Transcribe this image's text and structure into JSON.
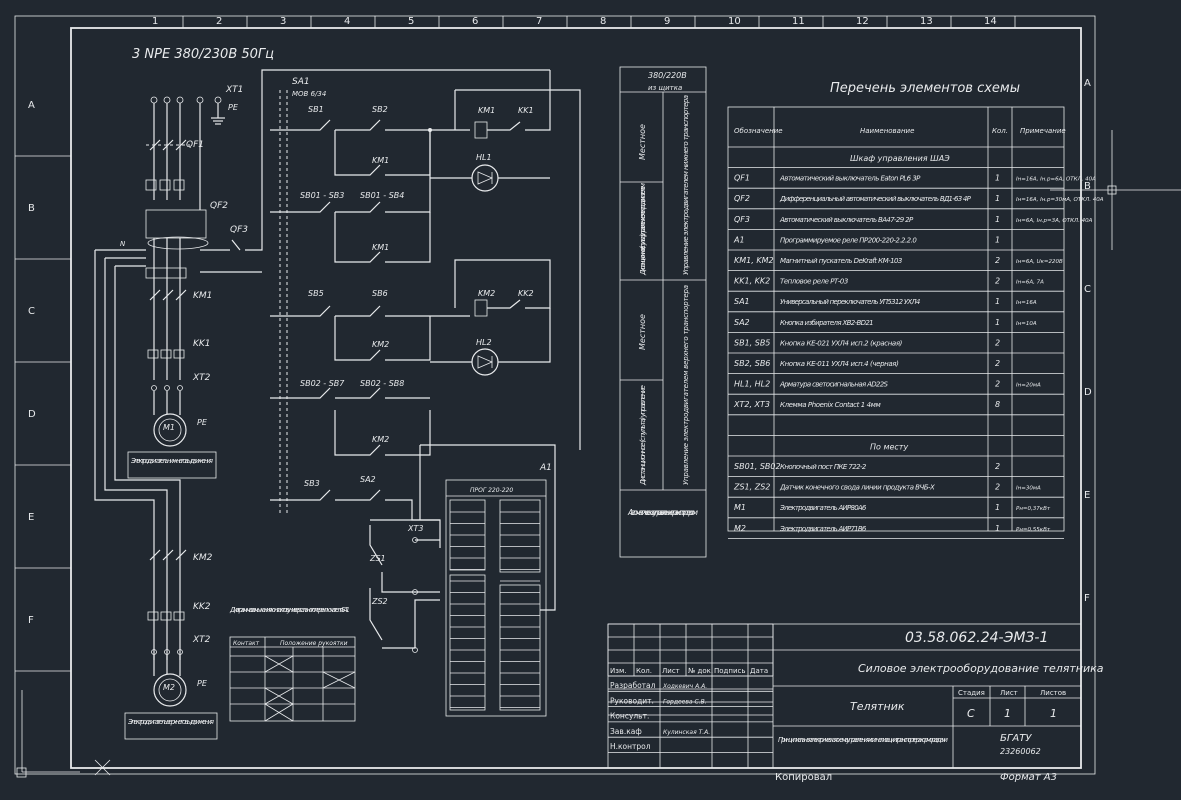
{
  "colors": {
    "background": "#212830",
    "line": "#e8eaec"
  },
  "column_numbers": [
    "1",
    "2",
    "3",
    "4",
    "5",
    "6",
    "7",
    "8",
    "9",
    "10",
    "11",
    "12",
    "13",
    "14"
  ],
  "row_letters": [
    "A",
    "B",
    "C",
    "D",
    "E",
    "F"
  ],
  "power_supply": "3 NPE 380/230В 50Гц",
  "schematic": {
    "labels": {
      "xt1": "XT1",
      "pe": "PE",
      "n": "N",
      "qf1": "QF1",
      "qf2": "QF2",
      "qf3": "QF3",
      "km1": "KM1",
      "km2": "KM2",
      "kk1": "KK1",
      "kk2": "KK2",
      "xt2": "XT2",
      "xt3": "XT3",
      "m1": "M1",
      "m2": "M2",
      "sa1": "SA1",
      "sa2": "SA2",
      "sb1": "SB1",
      "sb2": "SB2",
      "sb3": "SB3",
      "sb5": "SB5",
      "sb6": "SB6",
      "sb01_03": "SB01 - SB3",
      "sb03_04": "SB01 - SB4",
      "sb02_07": "SB02 - SB7",
      "sb02_08": "SB02 - SB8",
      "hl1": "HL1",
      "hl2": "HL2",
      "zs1": "ZS1",
      "zs2": "ZS2",
      "a1": "A1",
      "a1_model": "ПРОГ 220-220",
      "sa1_model": "МОВ 6/34",
      "m1_caption": "Электродвигатель нижнего выдвижения",
      "m2_caption": "Электродвигатель верхнего выдвижения",
      "sa1_table_title": "Диаграмма замыкания контактов универсального переключателя SA1",
      "sa1_table_cols": [
        "Контакт",
        "Положение рукоятки"
      ]
    }
  },
  "mode_column": {
    "header": "380/220В",
    "header_sub": "из щитка",
    "sections": [
      "Местное",
      "Дистанционное (с пульта) управление электродвигателем",
      "Местное",
      "Дистанционное (с пульта) управление",
      "Автоматическое управление транспортером"
    ],
    "sections_right": [
      "Управление электродвигателем нижнего транспортера",
      "",
      "Управление электродвигателем верхнего транспортера",
      ""
    ]
  },
  "elements_list": {
    "title": "Перечень элементов схемы",
    "headers": [
      "Обозначение",
      "Наименование",
      "Кол.",
      "Примечание"
    ],
    "group1": "Шкаф управления ШАЭ",
    "rows1": [
      [
        "QF1",
        "Автоматический выключатель Eaton PL6 3P",
        "1",
        "Iн=16А, Iн.р=6А, ОТКЛ. 40А"
      ],
      [
        "QF2",
        "Дифференциальный автоматический выключатель ВД1-63 4P",
        "1",
        "Iн=16А, Iн.р=30мА, ОТКЛ. 40А"
      ],
      [
        "QF3",
        "Автоматический выключатель ВА47-29 2P",
        "1",
        "Iн=6А, Iн.р=3А, ОТКЛ. 40А"
      ],
      [
        "A1",
        "Программируемое реле ПР200-220-2.2.2.0",
        "1",
        ""
      ],
      [
        "KM1, KM2",
        "Магнитный пускатель DeKraft КМ-103",
        "2",
        "Iн=6А, Uк=220В"
      ],
      [
        "KK1, KK2",
        "Тепловое реле РТ-03",
        "2",
        "Iн=6А, 7А"
      ],
      [
        "SA1",
        "Универсальный переключатель УП5312 УХЛ4",
        "1",
        "Iн=16А"
      ],
      [
        "SA2",
        "Кнопка избирателя ХВ2-BD21",
        "1",
        "Iн=10А"
      ],
      [
        "SB1, SB5",
        "Кнопка КЕ-021 УХЛ4 исп.2 (красная)",
        "2",
        ""
      ],
      [
        "SB2, SB6",
        "Кнопка КЕ-011 УХЛ4 исп.4 (черная)",
        "2",
        ""
      ],
      [
        "HL1, HL2",
        "Арматура светосигнальная AD22S",
        "2",
        "Iн=20мА"
      ],
      [
        "XT2, XT3",
        "Клемма Phoenix Contact 1 4мм",
        "8",
        ""
      ]
    ],
    "group2": "По месту",
    "rows2": [
      [
        "SB01, SB02",
        "Кнопочный пост ПКЕ 722-2",
        "2",
        ""
      ],
      [
        "ZS1, ZS2",
        "Датчик конечного свода линии продукта ВЧБ-Х",
        "2",
        "Iн=30мА"
      ],
      [
        "M1",
        "Электродвигатель АИР80А6",
        "1",
        "Pн=0,37кВт"
      ],
      [
        "M2",
        "Электродвигатель АИР71В6",
        "1",
        "Pн=0,55кВт"
      ]
    ]
  },
  "title_block": {
    "code": "03.58.062.24-ЭМЗ-1",
    "document_title": "Силовое электрооборудование телятника",
    "object_name": "Телятник",
    "drawing_name": "Принципиальная электрическая схема управления и сигнализации транспортера кормораздачи",
    "stage_label": "Стадия",
    "sheet_label": "Лист",
    "sheets_label": "Листов",
    "stage": "С",
    "sheet": "1",
    "sheets": "1",
    "header_cells": [
      "Изм.",
      "Кол.",
      "Лист",
      "№ док.",
      "Подпись",
      "Дата"
    ],
    "roles": [
      "Разработал",
      "Руководит.",
      "Консульт.",
      "Зав.каф",
      "Н.контрол"
    ],
    "names": [
      "Ходкевич А.А.",
      "Гордеева С.В.",
      "",
      "Кулинская Т.А.",
      ""
    ],
    "org": "БГАТУ",
    "group": "23260062",
    "copied": "Копировал",
    "format": "Формат А3"
  }
}
